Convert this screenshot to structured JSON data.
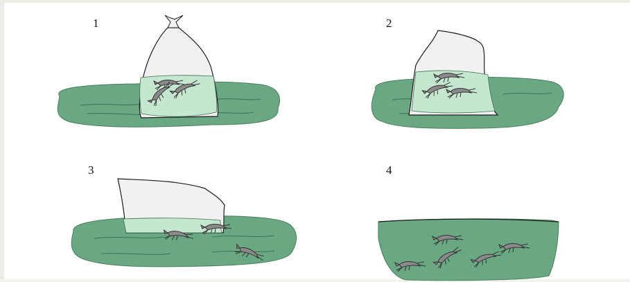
{
  "steps": [
    {
      "number": "1"
    },
    {
      "number": "2"
    },
    {
      "number": "3"
    },
    {
      "number": "4"
    }
  ],
  "colors": {
    "water": "#6aa883",
    "water_in_bag": "#c5e6cf",
    "bag_fill": "#f1f1f1",
    "outline": "#1a1a1a",
    "shrimp": "#7a7a7a"
  }
}
